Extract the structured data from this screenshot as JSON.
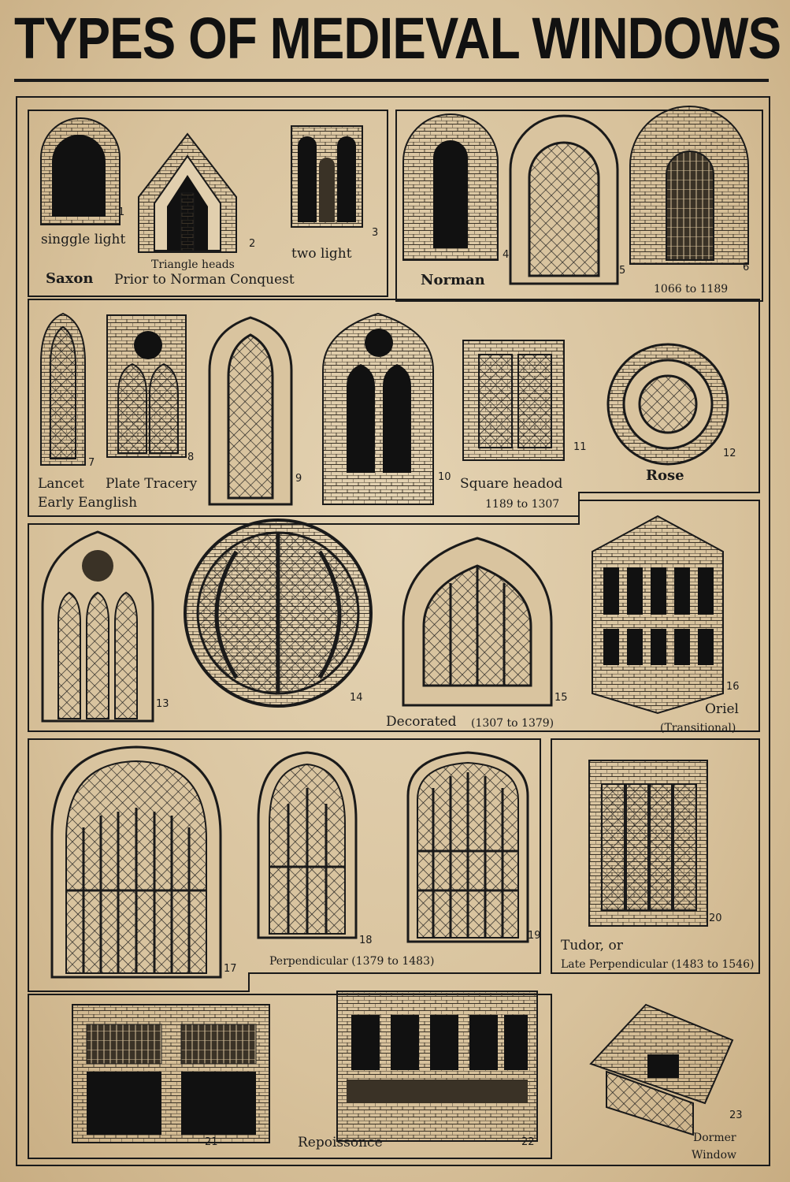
{
  "title": "TYPES OF MEDIEVAL WINDOWS",
  "sections": {
    "saxon": {
      "name": "Saxon",
      "period": "Prior to Norman Conquest"
    },
    "norman": {
      "name": "Norman",
      "period": "1066 to 1189"
    },
    "early_english": {
      "name": "Early Eanglish",
      "period": "1189 to 1307"
    },
    "decorated": {
      "name": "Decorated",
      "period": "(1307 to 1379)"
    },
    "perpendicular": {
      "name": "Perpendicular (1379 to 1483)"
    },
    "tudor": {
      "line1": "Tudor, or",
      "line2": "Late Perpendicular (1483 to 1546)"
    },
    "repoissonce": {
      "name": "Repoissonce"
    }
  },
  "windows": [
    {
      "n": "1",
      "label": "singgle light"
    },
    {
      "n": "2",
      "label": "Triangle heads"
    },
    {
      "n": "3",
      "label": "two light"
    },
    {
      "n": "4",
      "label": ""
    },
    {
      "n": "5",
      "label": ""
    },
    {
      "n": "6",
      "label": ""
    },
    {
      "n": "7",
      "label": "Lancet"
    },
    {
      "n": "8",
      "label": "Plate Tracery"
    },
    {
      "n": "9",
      "label": ""
    },
    {
      "n": "10",
      "label": ""
    },
    {
      "n": "11",
      "label": "Square headod"
    },
    {
      "n": "12",
      "label": "Rose"
    },
    {
      "n": "13",
      "label": ""
    },
    {
      "n": "14",
      "label": ""
    },
    {
      "n": "15",
      "label": ""
    },
    {
      "n": "16",
      "label": "Oriel",
      "note": "(Transitional)"
    },
    {
      "n": "17",
      "label": ""
    },
    {
      "n": "18",
      "label": ""
    },
    {
      "n": "19",
      "label": ""
    },
    {
      "n": "20",
      "label": ""
    },
    {
      "n": "21",
      "label": ""
    },
    {
      "n": "22",
      "label": ""
    },
    {
      "n": "23",
      "label": "Dormer",
      "label2": "Window"
    }
  ],
  "colors": {
    "paper": "#e0cdaa",
    "ink": "#1a1a1a"
  }
}
